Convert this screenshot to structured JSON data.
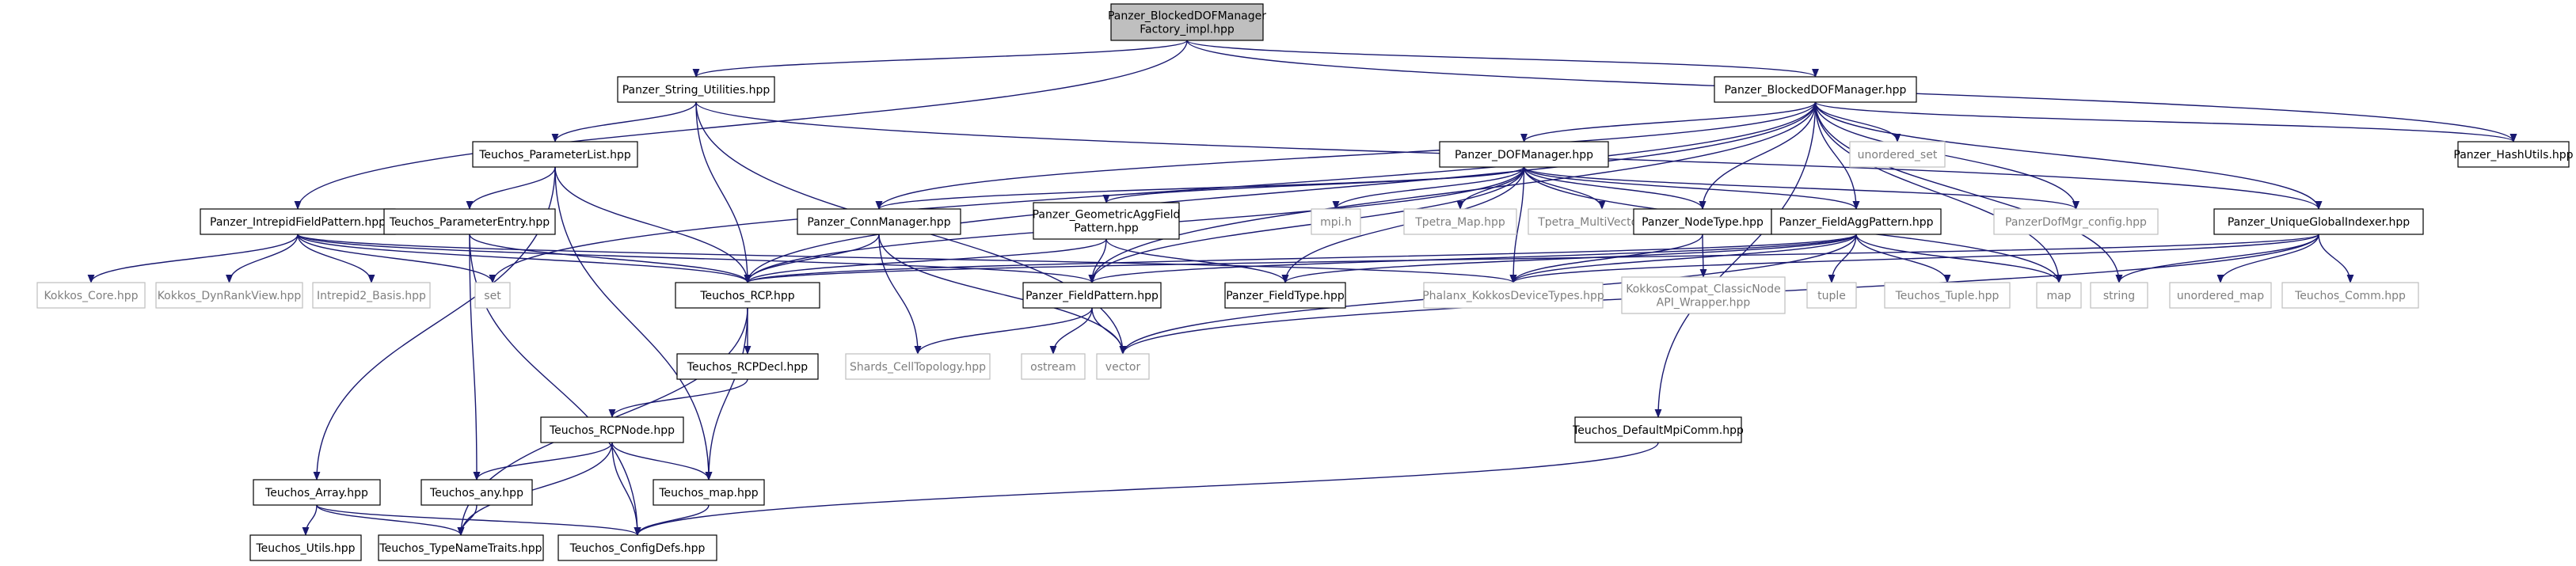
{
  "colors": {
    "root_fill": "#bfbfbf",
    "node_border": "#000000",
    "external_border": "#bfbfbf",
    "external_text": "#7f7f7f",
    "node_text": "#000000",
    "edge": "#191970"
  },
  "nodes": {
    "root_l1": "Panzer_BlockedDOFManager",
    "root_l2": "Factory_impl.hpp",
    "string_util": "Panzer_String_Utilities.hpp",
    "blocked": "Panzer_BlockedDOFManager.hpp",
    "param_list": "Teuchos_ParameterList.hpp",
    "unordered_set": "unordered_set",
    "hash_utils": "Panzer_HashUtils.hpp",
    "dof_mgr": "Panzer_DOFManager.hpp",
    "intrepid": "Panzer_IntrepidFieldPattern.hpp",
    "param_entry": "Teuchos_ParameterEntry.hpp",
    "conn_mgr": "Panzer_ConnManager.hpp",
    "geo_l1": "Panzer_GeometricAggField",
    "geo_l2": "Pattern.hpp",
    "mpi_h": "mpi.h",
    "tpetra_map": "Tpetra_Map.hpp",
    "tpetra_mv": "Tpetra_MultiVector.hpp",
    "node_type": "Panzer_NodeType.hpp",
    "field_agg": "Panzer_FieldAggPattern.hpp",
    "dofmgr_config": "PanzerDofMgr_config.hpp",
    "unique": "Panzer_UniqueGlobalIndexer.hpp",
    "kokkos_core": "Kokkos_Core.hpp",
    "kokkos_dyn": "Kokkos_DynRankView.hpp",
    "intrepid2": "Intrepid2_Basis.hpp",
    "set": "set",
    "rcp": "Teuchos_RCP.hpp",
    "field_pattern": "Panzer_FieldPattern.hpp",
    "field_type": "Panzer_FieldType.hpp",
    "phalanx": "Phalanx_KokkosDeviceTypes.hpp",
    "kokkos_compat_l1": "KokkosCompat_ClassicNode",
    "kokkos_compat_l2": "API_Wrapper.hpp",
    "tuple": "tuple",
    "teuchos_tuple": "Teuchos_Tuple.hpp",
    "map": "map",
    "string": "string",
    "unordered_map": "unordered_map",
    "teuchos_comm": "Teuchos_Comm.hpp",
    "rcp_decl": "Teuchos_RCPDecl.hpp",
    "shards": "Shards_CellTopology.hpp",
    "ostream": "ostream",
    "vector": "vector",
    "rcp_node": "Teuchos_RCPNode.hpp",
    "default_mpi": "Teuchos_DefaultMpiComm.hpp",
    "array": "Teuchos_Array.hpp",
    "any": "Teuchos_any.hpp",
    "teuchos_map": "Teuchos_map.hpp",
    "utils": "Teuchos_Utils.hpp",
    "type_name": "Teuchos_TypeNameTraits.hpp",
    "config_defs": "Teuchos_ConfigDefs.hpp"
  }
}
